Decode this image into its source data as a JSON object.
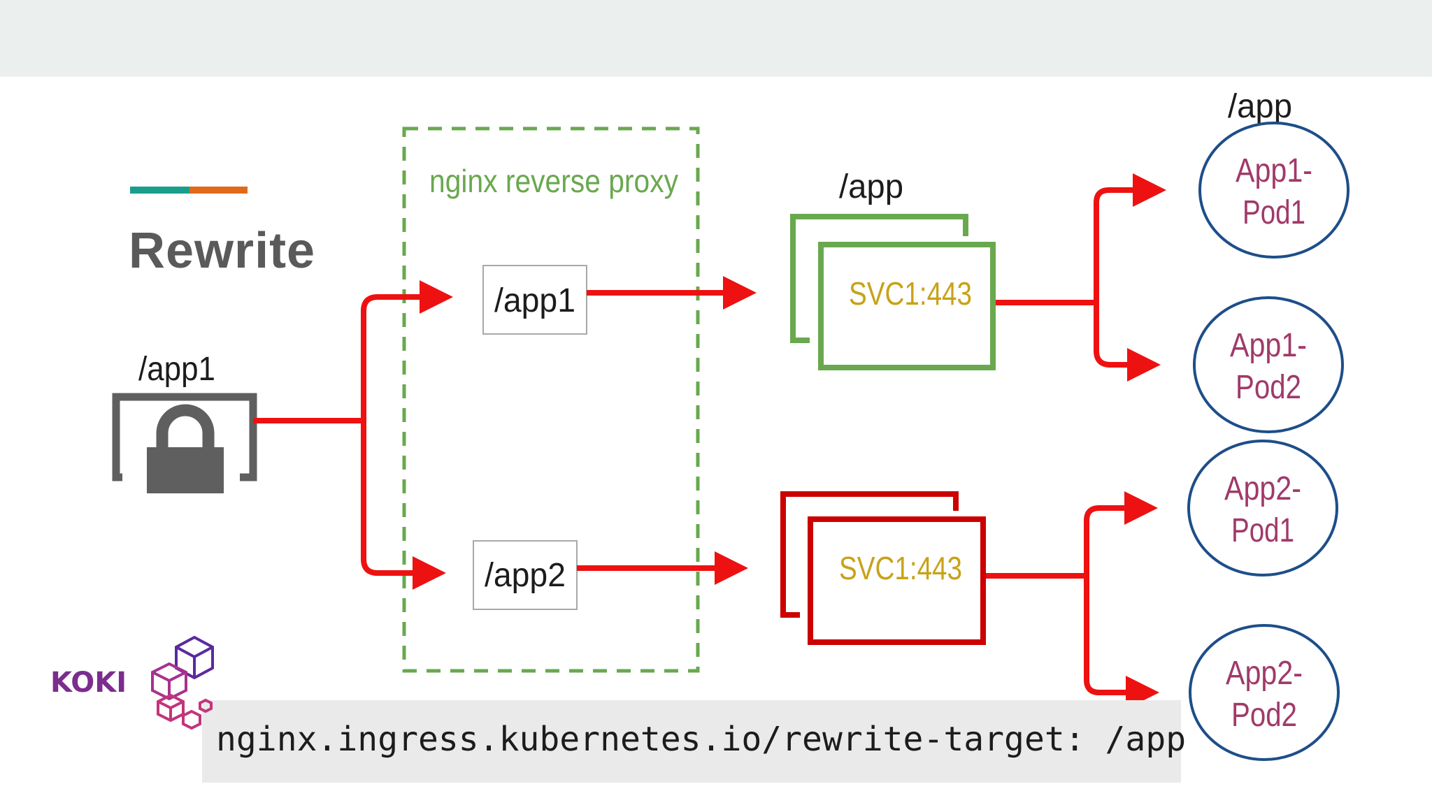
{
  "slide": {
    "title": "Rewrite",
    "accent_colors": [
      "#1a9e8c",
      "#e06a1a"
    ]
  },
  "diagram": {
    "client": {
      "path_label": "/app1",
      "icon": "lock-icon"
    },
    "proxy": {
      "label": "nginx reverse proxy",
      "routes": [
        "/app1",
        "/app2"
      ]
    },
    "services": [
      {
        "path_label": "/app",
        "label": "SVC1:443",
        "color": "#6aa84f"
      },
      {
        "label": "SVC1:443",
        "color": "#cc0000"
      }
    ],
    "pods": [
      {
        "label_line1": "App1-",
        "label_line2": "Pod1",
        "path_label": "/app"
      },
      {
        "label_line1": "App1-",
        "label_line2": "Pod2"
      },
      {
        "label_line1": "App2-",
        "label_line2": "Pod1"
      },
      {
        "label_line1": "App2-",
        "label_line2": "Pod2"
      }
    ],
    "arrow_color": "#ee1111"
  },
  "annotation": {
    "code": "nginx.ingress.kubernetes.io/rewrite-target: /app"
  },
  "brand": {
    "logo_text": "KOKI"
  }
}
